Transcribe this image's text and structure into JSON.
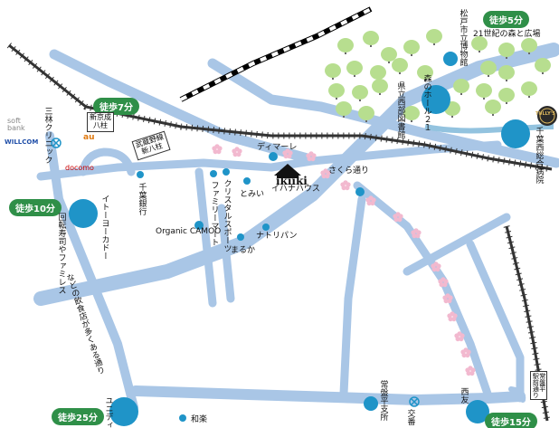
{
  "colors": {
    "road": "#a9c6e6",
    "water": "#93c3df",
    "poi": "#1f94c8",
    "tree": "#b7de8f",
    "trunk": "#6a6a6a",
    "blossom": "#f2b9cf",
    "walk_badge": "#2f8f48",
    "rail": "#333333",
    "au": "#e07a10",
    "docomo": "#cc0000",
    "willcom": "#1f4ea8",
    "softbank": "#888888"
  },
  "walk_badges": [
    {
      "id": "walk-5",
      "label": "徒歩5分"
    },
    {
      "id": "walk-7",
      "label": "徒歩7分"
    },
    {
      "id": "walk-10",
      "label": "徒歩10分"
    },
    {
      "id": "walk-25",
      "label": "徒歩25分"
    },
    {
      "id": "walk-15",
      "label": "徒歩15分"
    }
  ],
  "stations": {
    "shinkeisei": "新京成\n八柱",
    "musashino": "武蔵野線\n新八柱"
  },
  "carriers": {
    "softbank": "soft\nbank",
    "willcom": "WILLCOM",
    "au": "au",
    "docomo": "docomo"
  },
  "places": {
    "matsudo_museum": "松戸市立博物館",
    "forest_21": "21世紀の森と広場",
    "forest_hall": "森のホール２１",
    "library": "県立西部図書館",
    "chiba_hospital": "千葉西総合病院",
    "sanrin_clinic": "三林クリニック",
    "itoyokado": "イトーヨーカドー",
    "chiba_bank": "千葉銀行",
    "family_mart": "ファミリーマート",
    "crystal_sports": "クリスタルスポーツ",
    "organic_camoo": "Organic CAMOO",
    "tomii": "とみい",
    "marukaa": "まるか",
    "natoripan": "ナトリパン",
    "dimare": "ディマーレ",
    "ikiiki": "ikiiki",
    "ihana_house": "イハナハウス",
    "sakura_dori": "さくら通り",
    "kaitenzushi": "回転寿司やファミレス",
    "restaurants_along": "などの飲食店が多くある通り",
    "unidy": "ユニディ",
    "warakuen": "和楽",
    "tokiwadaira_branch": "常盤平支所",
    "police_box": "交番",
    "seiyu": "西友",
    "tullys": "TULLY'S",
    "ekimae_sign": "常盤平\n駅前通り"
  }
}
